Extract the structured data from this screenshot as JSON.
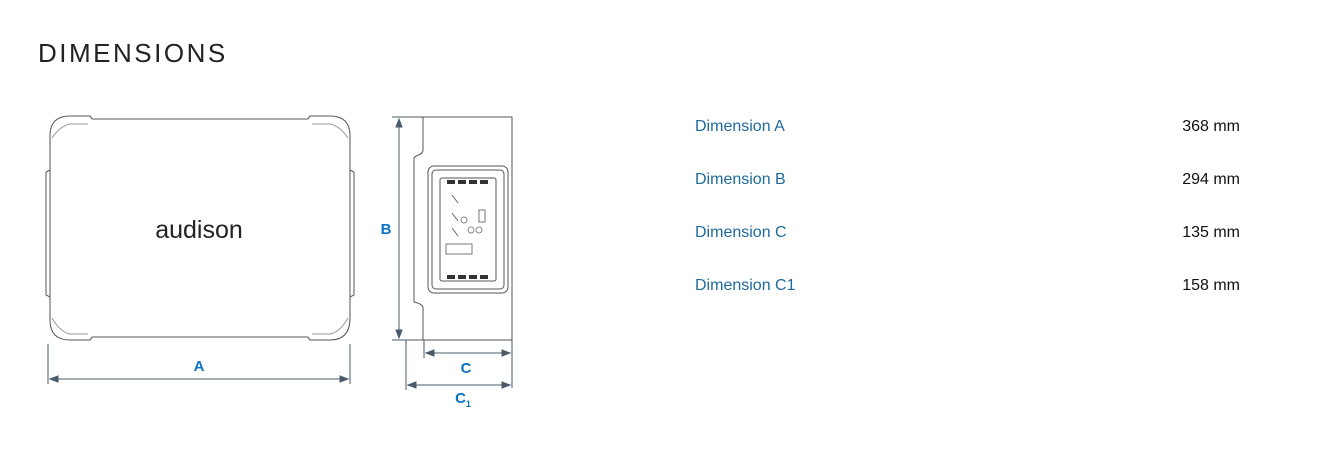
{
  "section_title": "DIMENSIONS",
  "diagram": {
    "brand_logo": "audison",
    "label_a": "A",
    "label_b": "B",
    "label_c": "C",
    "label_c1_main": "C",
    "label_c1_sub": "1"
  },
  "dimensions": [
    {
      "label": "Dimension A",
      "value": "368 mm"
    },
    {
      "label": "Dimension B",
      "value": "294 mm"
    },
    {
      "label": "Dimension C",
      "value": "135 mm"
    },
    {
      "label": "Dimension C1",
      "value": "158 mm"
    }
  ],
  "colors": {
    "accent": "#0a72c2",
    "label": "#1f6a9c",
    "line": "#4a5a6a"
  }
}
